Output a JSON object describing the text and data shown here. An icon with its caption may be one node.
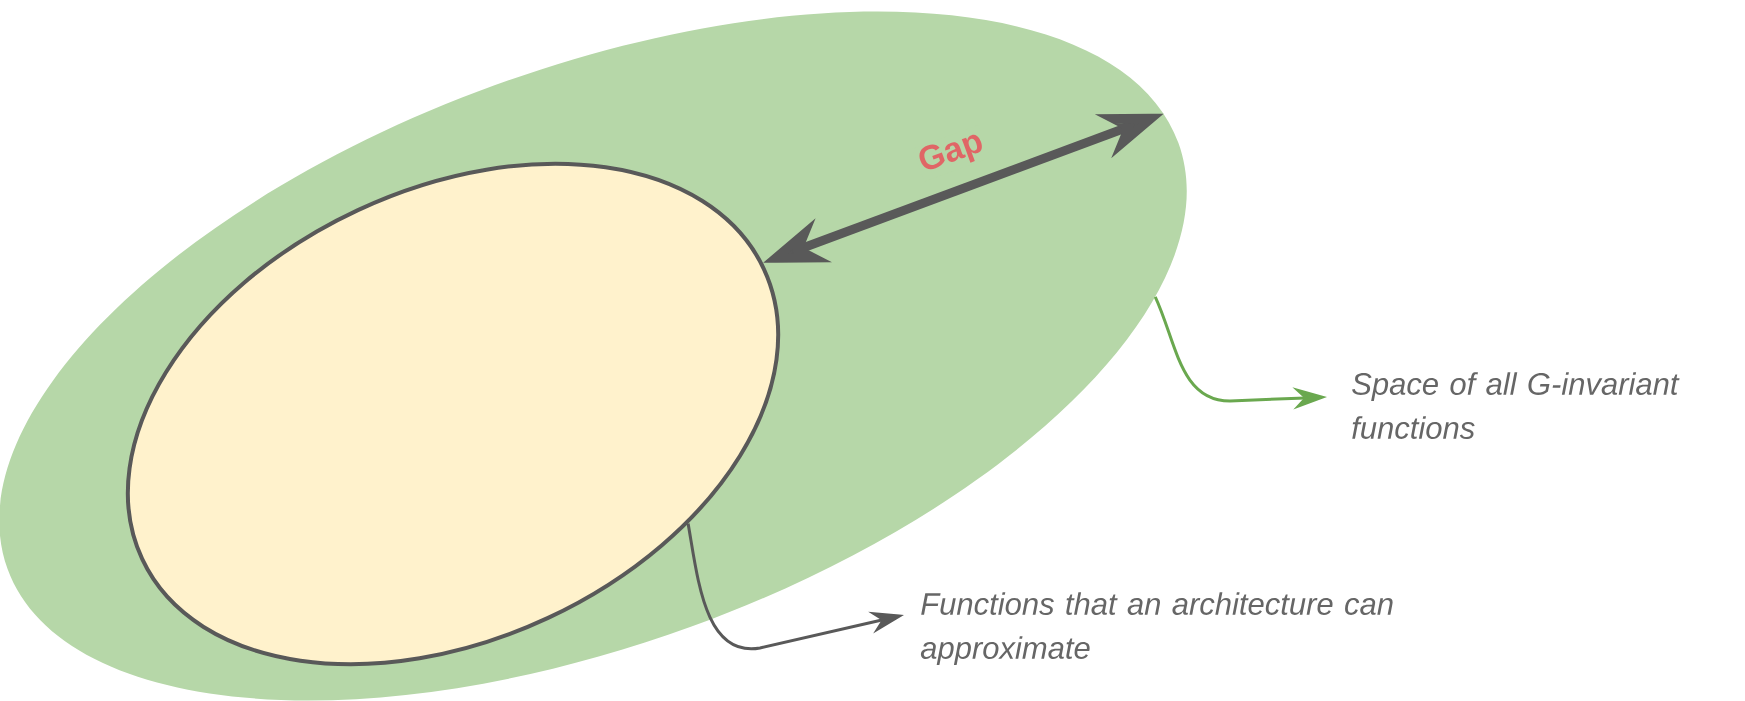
{
  "diagram": {
    "nodes": [
      {
        "text": [],
        "shape": "ellipse"
      },
      {
        "text": [],
        "shape": "ellipse",
        "in": 0
      },
      {
        "text": [
          "Space of all G-invariant functions"
        ]
      },
      {
        "text": [
          "Functions that an architecture can approximate"
        ]
      }
    ],
    "edges": [
      {
        "from": 1,
        "to": 0,
        "arrow": "both",
        "label": "Gap",
        "style": "thick"
      },
      {
        "from": 0,
        "to": 2,
        "arrow": "to",
        "color": "#6aa84f"
      },
      {
        "from": 1,
        "to": 3,
        "arrow": "to"
      }
    ]
  }
}
